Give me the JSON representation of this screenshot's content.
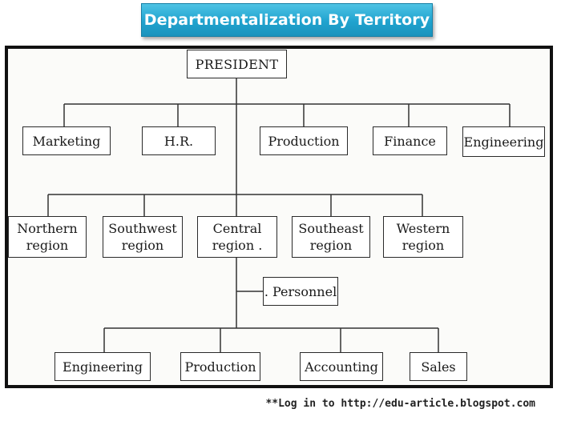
{
  "title": "Departmentalization By Territory",
  "org_chart": {
    "root": "PRESIDENT",
    "departments": [
      "Marketing",
      "H.R.",
      "Production",
      "Finance",
      "Engineering"
    ],
    "regions": [
      "Northern\nregion",
      "Southwest\nregion",
      "Central\nregion .",
      "Southeast\nregion",
      "Western\nregion"
    ],
    "central_staff": ". Personnel",
    "central_units": [
      "Engineering",
      "Production",
      "Accounting",
      "Sales"
    ]
  },
  "footer": "**Log in to http://edu-article.blogspot.com"
}
